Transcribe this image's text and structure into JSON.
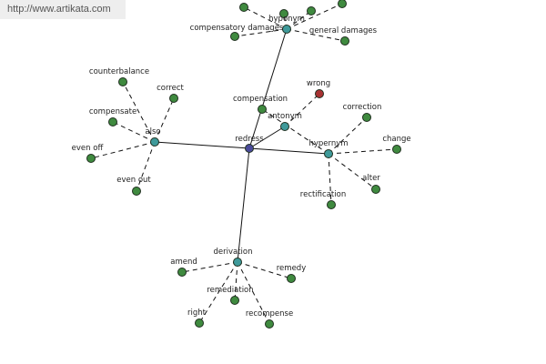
{
  "watermark": "http://www.artikata.com",
  "colors": {
    "center": "#4a4a9a",
    "relation": "#3f9a9a",
    "word": "#3f8a3f",
    "antonym_word": "#a83232"
  },
  "graph": {
    "center": "redress",
    "relations": [
      {
        "id": "hyponym",
        "label": "hyponym",
        "words": [
          "compensatory damages",
          "general damages"
        ]
      },
      {
        "id": "also",
        "label": "also",
        "words": [
          "counterbalance",
          "correct",
          "compensate",
          "even off",
          "even out"
        ]
      },
      {
        "id": "antonym",
        "label": "antonym",
        "words": [
          "wrong"
        ]
      },
      {
        "id": "hypernym",
        "label": "hypernym",
        "words": [
          "compensation",
          "correction",
          "change",
          "alter",
          "rectification"
        ]
      },
      {
        "id": "derivation",
        "label": "derivation",
        "words": [
          "amend",
          "remedy",
          "remediation",
          "right",
          "recompense"
        ]
      }
    ]
  }
}
